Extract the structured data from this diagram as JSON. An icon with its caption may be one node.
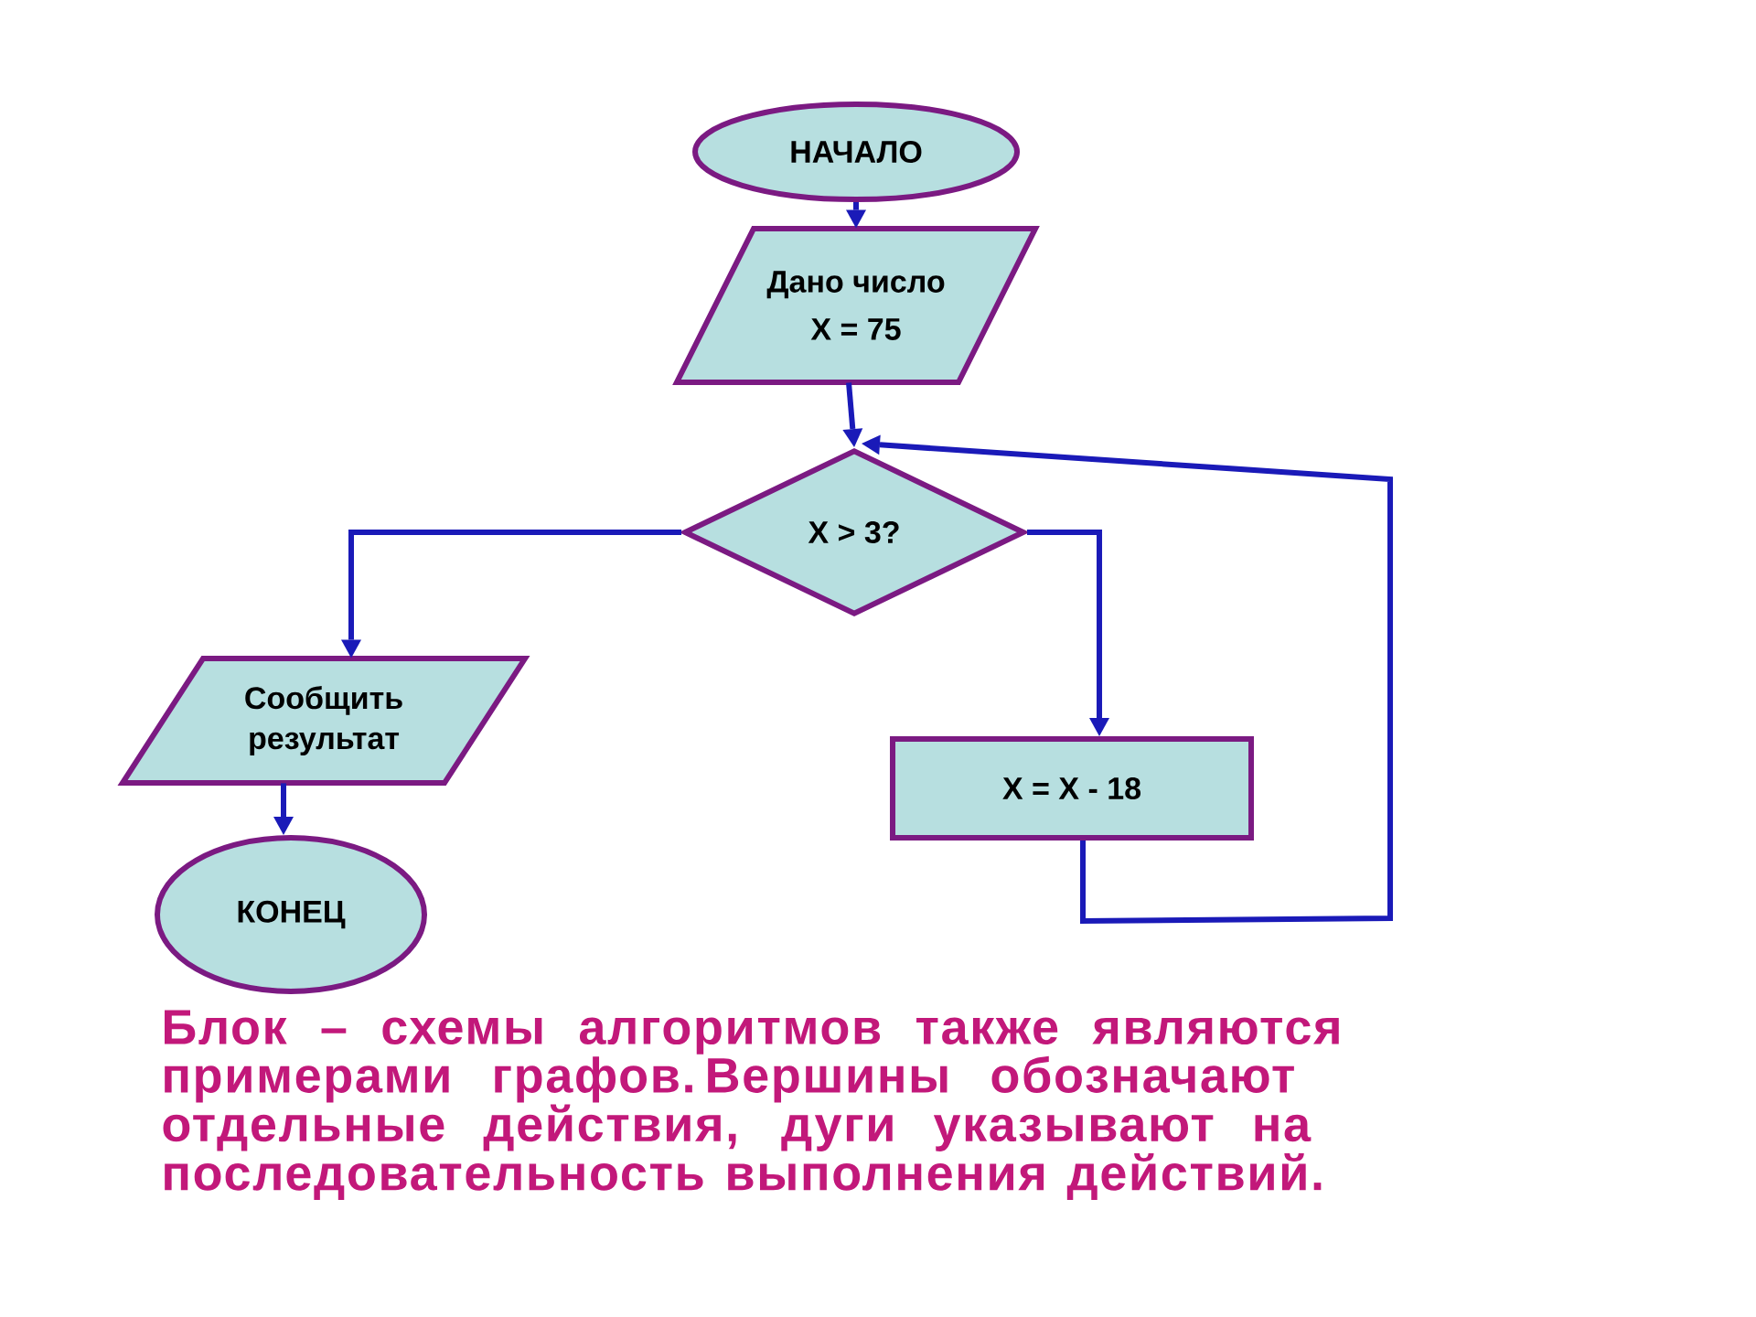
{
  "diagram": {
    "caption": "Блок – схемы алгоритмов также являются примерами графов. Вершины обозначают отдельные действия, дуги указывают на последовательность выполнения действий.",
    "nodes": [
      {
        "text": [
          "НАЧАЛО"
        ]
      },
      {
        "text": [
          "Дано число",
          "X = 75"
        ]
      },
      {
        "text": [
          "X > 3?"
        ]
      },
      {
        "text": [
          "Сообщить результат"
        ]
      },
      {
        "text": [
          "X = X - 18"
        ]
      },
      {
        "text": [
          "КОНЕЦ"
        ]
      }
    ],
    "edges": [
      {
        "from": 0,
        "to": 1,
        "arrow": "to"
      },
      {
        "from": 1,
        "to": 2,
        "arrow": "to"
      },
      {
        "from": 2,
        "to": 3,
        "arrow": "to"
      },
      {
        "from": 2,
        "to": 4,
        "arrow": "to"
      },
      {
        "from": 4,
        "to": 2,
        "arrow": "to"
      },
      {
        "from": 3,
        "to": 5,
        "arrow": "to"
      }
    ]
  }
}
